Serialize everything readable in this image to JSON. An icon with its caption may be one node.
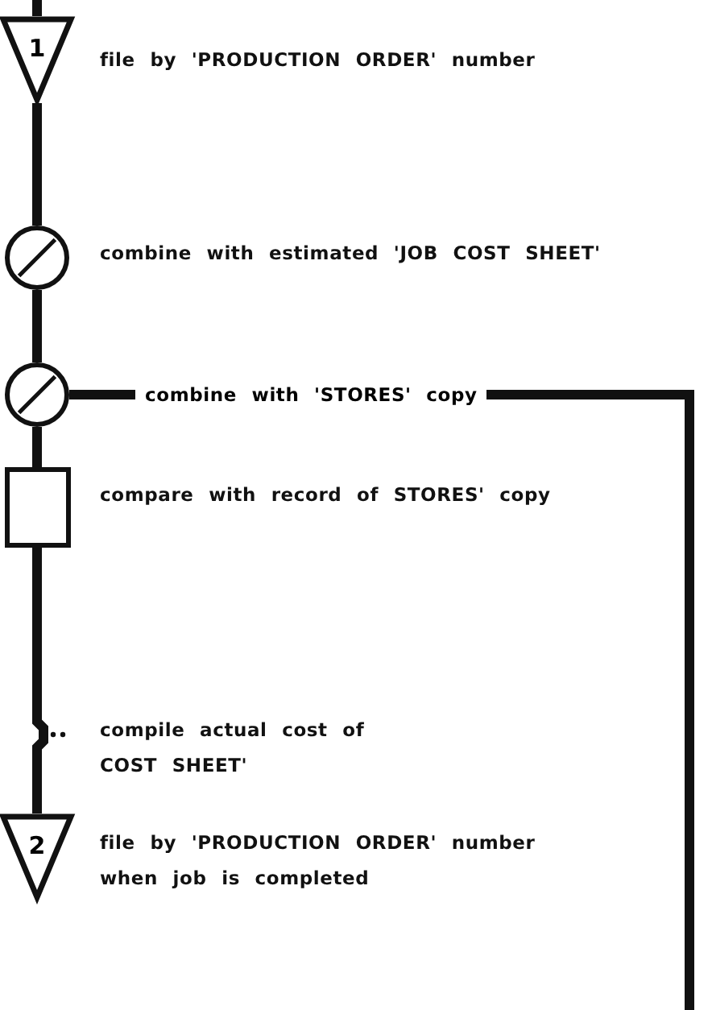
{
  "diagram": {
    "nodes": [
      {
        "text": [
          "1"
        ],
        "beside": [
          "file by 'PRODUCTION ORDER' number"
        ]
      },
      {
        "text": [],
        "shape": "circle",
        "beside": [
          "combine with estimated 'JOB COST SHEET'"
        ]
      },
      {
        "text": [],
        "shape": "circle"
      },
      {
        "text": [],
        "shape": "box",
        "beside": [
          "compare with record of STORES' copy"
        ]
      },
      {
        "text": [
          "2"
        ],
        "beside": [
          "file by 'PRODUCTION ORDER' number when job is completed"
        ]
      }
    ],
    "edges": [
      {
        "from": null,
        "to": 0,
        "arrow": "none"
      },
      {
        "from": 0,
        "to": 1,
        "arrow": "none"
      },
      {
        "from": 1,
        "to": 2,
        "arrow": "none"
      },
      {
        "from": 2,
        "to": 3,
        "arrow": "none"
      },
      {
        "from": 3,
        "to": 4,
        "arrow": "none"
      },
      {
        "from": null,
        "to": 2,
        "arrow": "none",
        "label": "combine with 'STORES' copy"
      }
    ],
    "labels": [
      "compile actual cost of COST SHEET'"
    ]
  }
}
